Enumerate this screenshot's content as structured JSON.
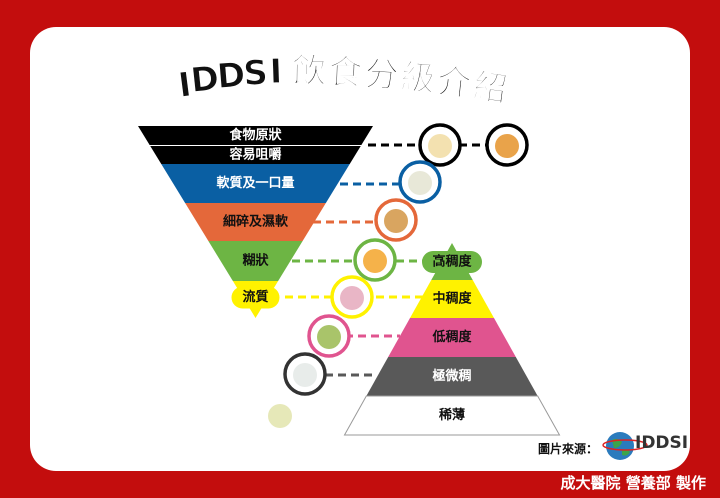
{
  "title": "IDDSI 飲食分級介紹",
  "food_levels": [
    {
      "label": "食物原狀",
      "color": "#000000",
      "text_color": "#ffffff"
    },
    {
      "label": "容易咀嚼",
      "color": "#000000",
      "text_color": "#ffffff"
    },
    {
      "label": "軟質及一口量",
      "color": "#0a5fa3",
      "text_color": "#ffffff"
    },
    {
      "label": "細碎及濕軟",
      "color": "#e4683a",
      "text_color": "#111111"
    },
    {
      "label": "糊狀",
      "color": "#6db544",
      "text_color": "#111111"
    },
    {
      "label": "流質",
      "color": "#fff200",
      "text_color": "#111111"
    }
  ],
  "drink_levels": [
    {
      "label": "高稠度",
      "color": "#6db544",
      "text_color": "#111111"
    },
    {
      "label": "中稠度",
      "color": "#fff200",
      "text_color": "#111111"
    },
    {
      "label": "低稠度",
      "color": "#e0548f",
      "text_color": "#111111"
    },
    {
      "label": "極微稠",
      "color": "#595959",
      "text_color": "#ffffff"
    },
    {
      "label": "稀薄",
      "color": "#ffffff",
      "text_color": "#111111"
    }
  ],
  "source_label": "圖片來源：",
  "source_logo": "IDDSI",
  "credit": "成大醫院 營養部 製作"
}
